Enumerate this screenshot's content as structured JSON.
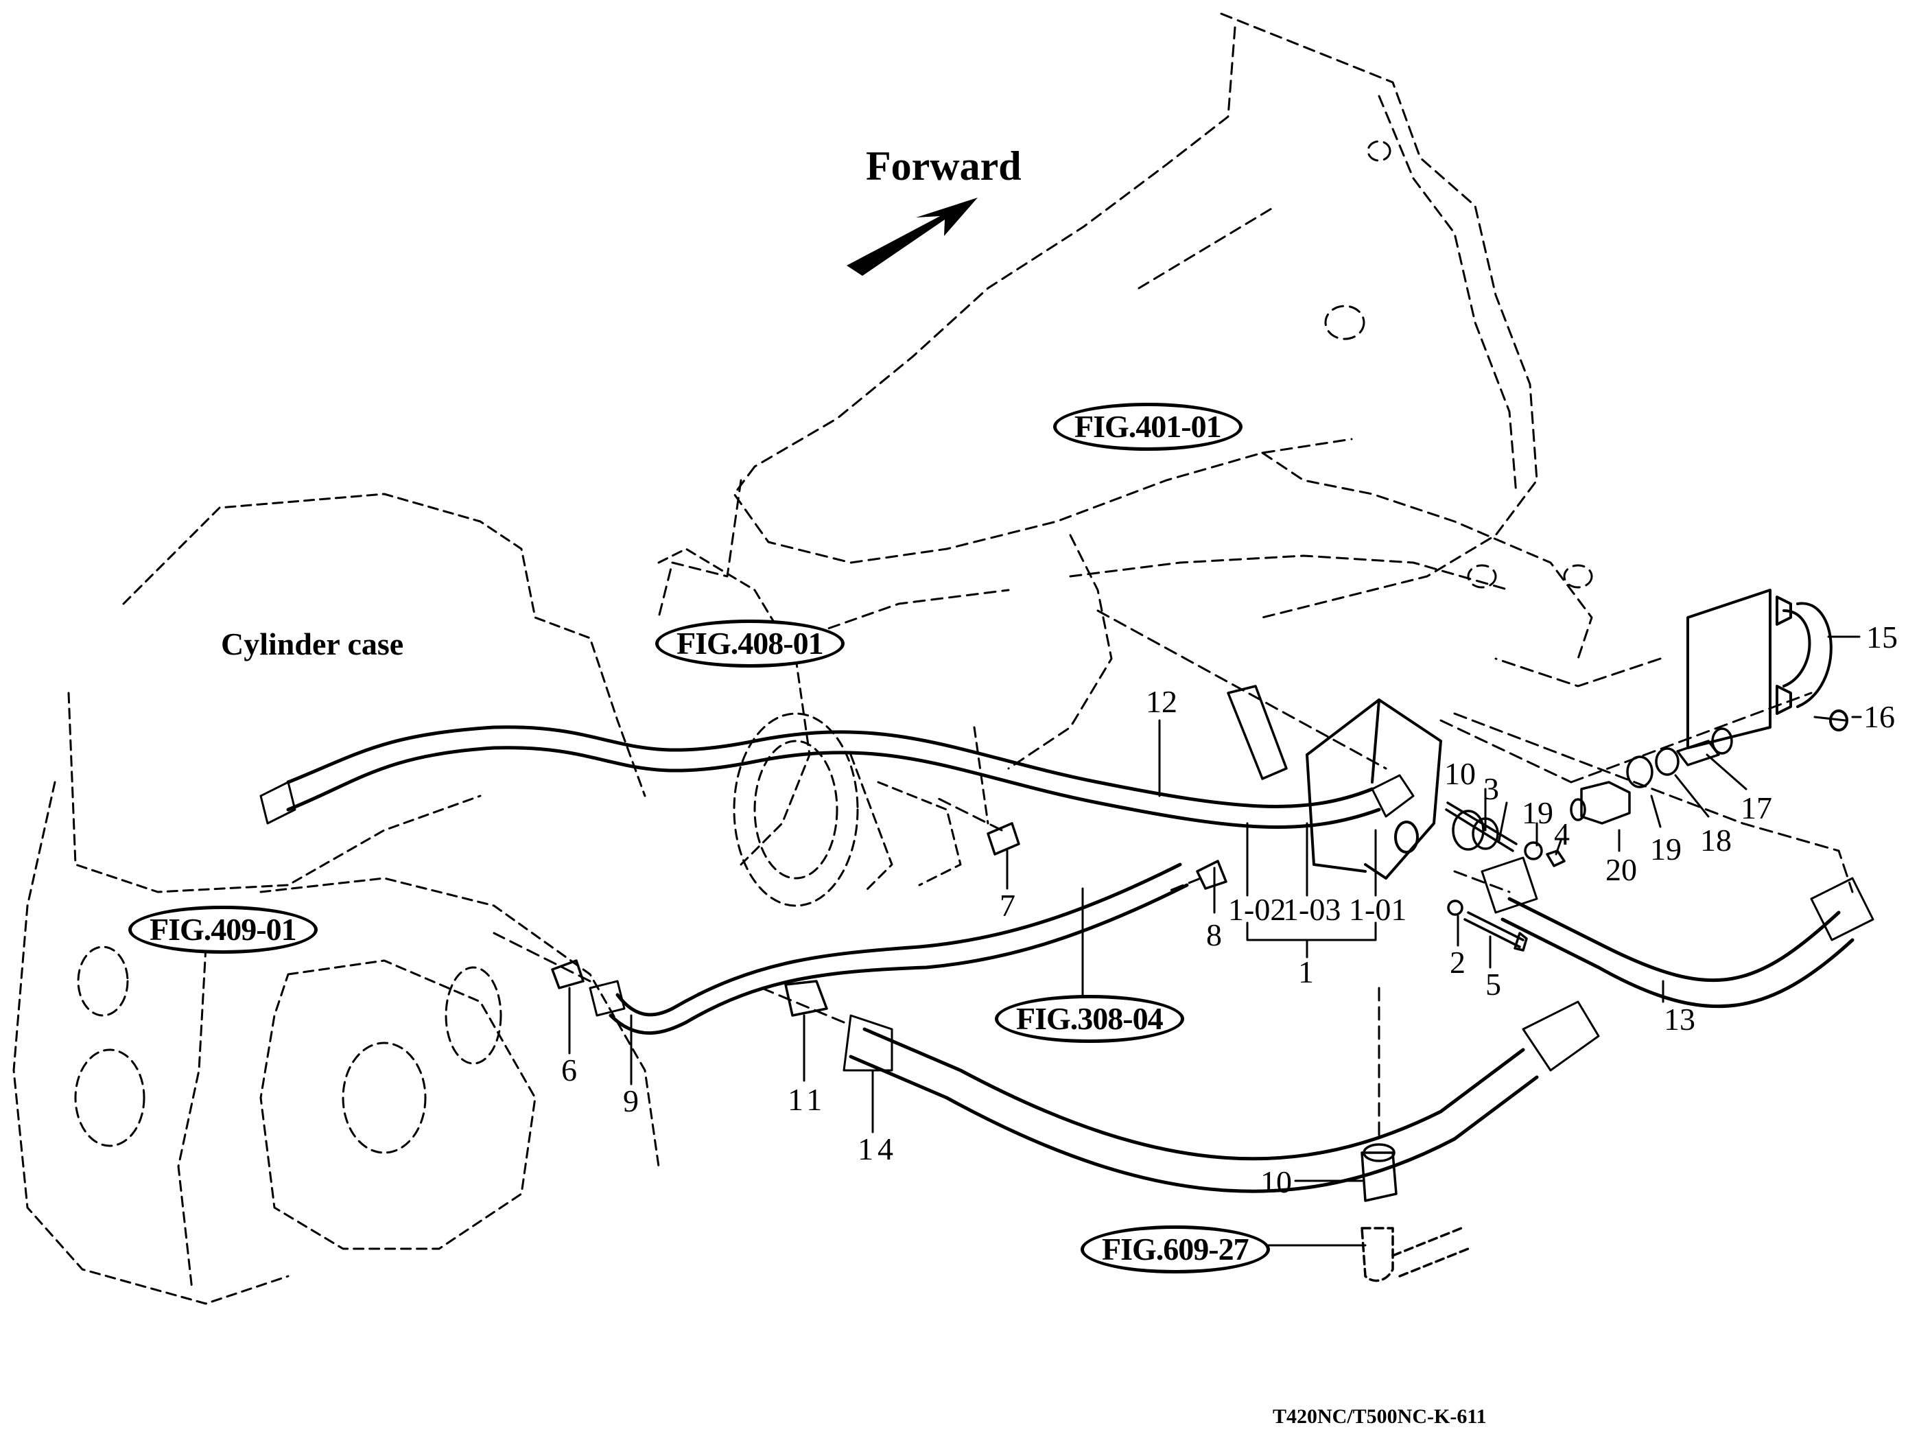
{
  "diagram": {
    "direction_label": "Forward",
    "component_label": "Cylinder case",
    "figure_refs": [
      {
        "id": "fig-401-01",
        "text": "FIG.401-01"
      },
      {
        "id": "fig-408-01",
        "text": "FIG.408-01"
      },
      {
        "id": "fig-409-01",
        "text": "FIG.409-01"
      },
      {
        "id": "fig-308-04",
        "text": "FIG.308-04"
      },
      {
        "id": "fig-609-27",
        "text": "FIG.609-27"
      }
    ],
    "callouts": [
      {
        "id": "c12",
        "text": "12"
      },
      {
        "id": "c15",
        "text": "15"
      },
      {
        "id": "c16",
        "text": "16"
      },
      {
        "id": "c17",
        "text": "17"
      },
      {
        "id": "c18",
        "text": "18"
      },
      {
        "id": "c19b",
        "text": "19"
      },
      {
        "id": "c20",
        "text": "20"
      },
      {
        "id": "c10a",
        "text": "10"
      },
      {
        "id": "c3",
        "text": "3"
      },
      {
        "id": "c19a",
        "text": "19"
      },
      {
        "id": "c4",
        "text": "4"
      },
      {
        "id": "c7",
        "text": "7"
      },
      {
        "id": "c8",
        "text": "8"
      },
      {
        "id": "c1-02",
        "text": "1-02"
      },
      {
        "id": "c1-03",
        "text": "1-03"
      },
      {
        "id": "c1-01",
        "text": "1-01"
      },
      {
        "id": "c1",
        "text": "1"
      },
      {
        "id": "c2",
        "text": "2"
      },
      {
        "id": "c5",
        "text": "5"
      },
      {
        "id": "c13",
        "text": "13"
      },
      {
        "id": "c6",
        "text": "6"
      },
      {
        "id": "c9",
        "text": "9"
      },
      {
        "id": "c11",
        "text": "11"
      },
      {
        "id": "c14",
        "text": "14"
      },
      {
        "id": "c10b",
        "text": "10"
      }
    ],
    "footer_code": "T420NC/T500NC-K-611"
  }
}
